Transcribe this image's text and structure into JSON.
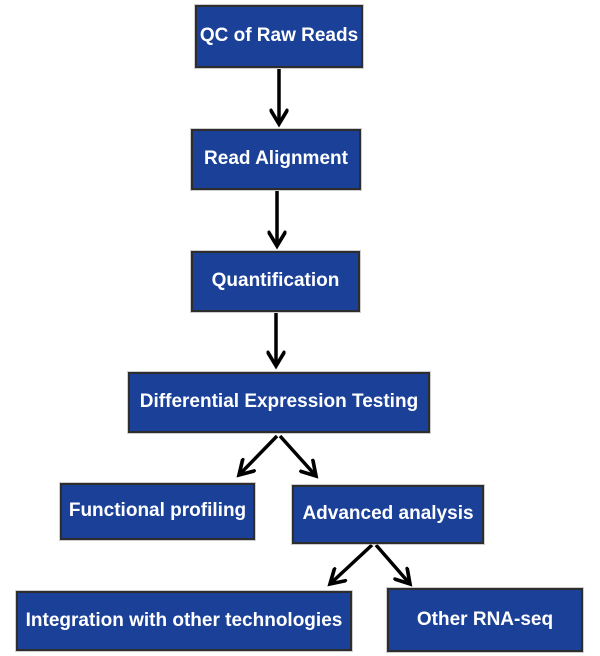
{
  "diagram": {
    "type": "flowchart",
    "nodes": [
      {
        "id": "qc-raw-reads",
        "label": "QC of Raw Reads"
      },
      {
        "id": "read-alignment",
        "label": "Read Alignment"
      },
      {
        "id": "quantification",
        "label": "Quantification"
      },
      {
        "id": "differential-expression-testing",
        "label": "Differential Expression Testing"
      },
      {
        "id": "functional-profiling",
        "label": "Functional profiling"
      },
      {
        "id": "advanced-analysis",
        "label": "Advanced analysis"
      },
      {
        "id": "integration-with-other-technologies",
        "label": "Integration with other technologies"
      },
      {
        "id": "other-rna-seq",
        "label": "Other RNA-seq"
      }
    ],
    "edges": [
      {
        "from": "qc-raw-reads",
        "to": "read-alignment"
      },
      {
        "from": "read-alignment",
        "to": "quantification"
      },
      {
        "from": "quantification",
        "to": "differential-expression-testing"
      },
      {
        "from": "differential-expression-testing",
        "to": "functional-profiling"
      },
      {
        "from": "differential-expression-testing",
        "to": "advanced-analysis"
      },
      {
        "from": "advanced-analysis",
        "to": "integration-with-other-technologies"
      },
      {
        "from": "advanced-analysis",
        "to": "other-rna-seq"
      }
    ],
    "colors": {
      "node_fill": "#1B4098",
      "node_border": "#2D2D2D",
      "node_text": "#FFFFFF",
      "arrow": "#000000",
      "background": "#FFFFFF"
    }
  }
}
